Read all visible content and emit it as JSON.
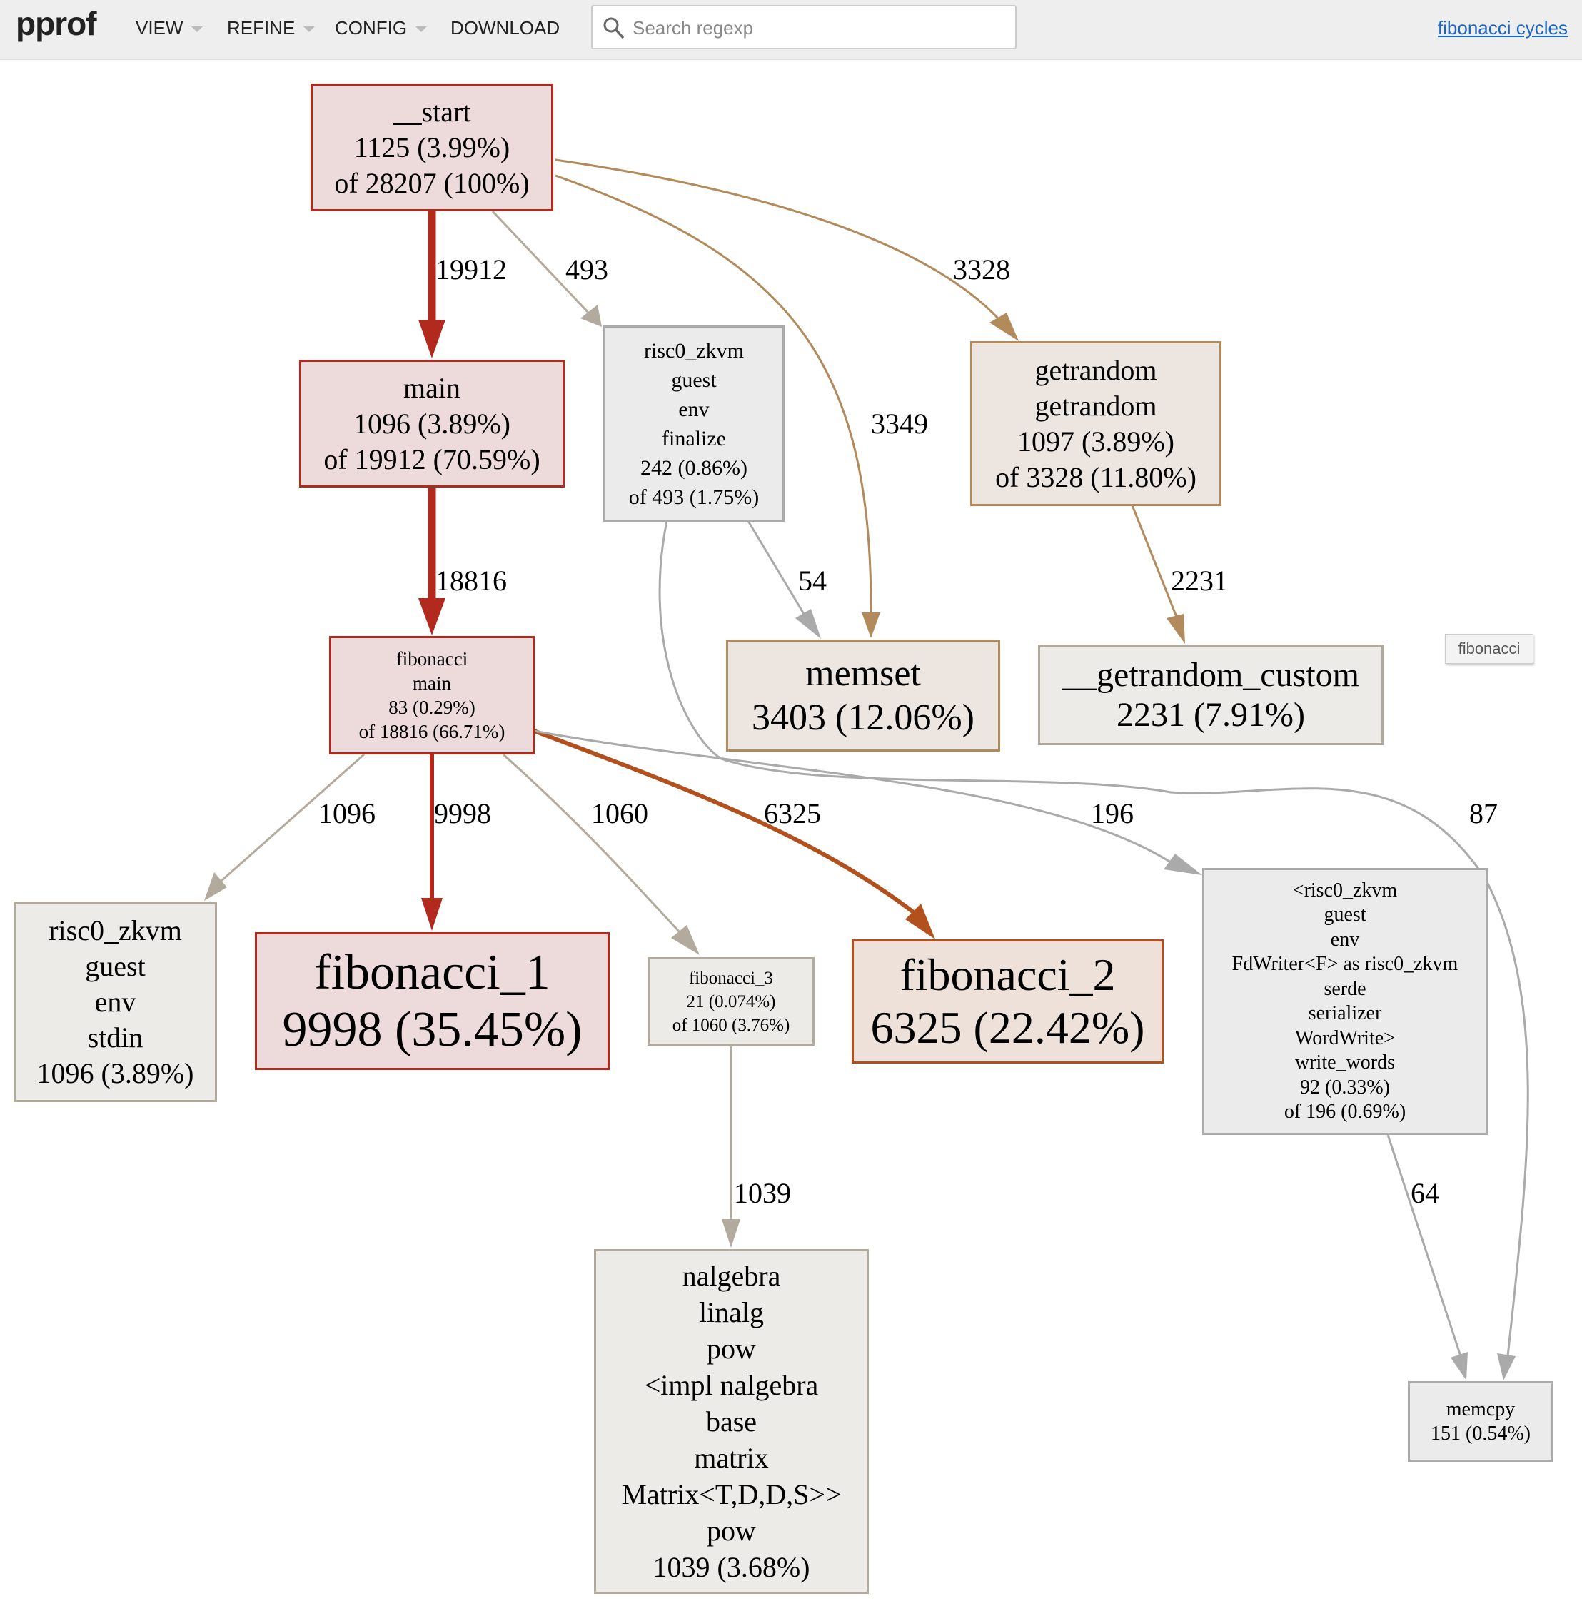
{
  "toolbar": {
    "logo": "pprof",
    "menu": {
      "view": "VIEW",
      "refine": "REFINE",
      "config": "CONFIG",
      "download": "DOWNLOAD"
    },
    "search_placeholder": "Search regexp",
    "title_link": "fibonacci cycles"
  },
  "tooltip": "fibonacci",
  "nodes": {
    "start": [
      "__start",
      "1125 (3.99%)",
      "of 28207 (100%)"
    ],
    "main": [
      "main",
      "1096 (3.89%)",
      "of 19912 (70.59%)"
    ],
    "finalize": [
      "risc0_zkvm",
      "guest",
      "env",
      "finalize",
      "242 (0.86%)",
      "of 493 (1.75%)"
    ],
    "getrandom": [
      "getrandom",
      "getrandom",
      "1097 (3.89%)",
      "of 3328 (11.80%)"
    ],
    "fibmain": [
      "fibonacci",
      "main",
      "83 (0.29%)",
      "of 18816 (66.71%)"
    ],
    "memset": [
      "memset",
      "3403 (12.06%)"
    ],
    "getrandom_custom": [
      "__getrandom_custom",
      "2231 (7.91%)"
    ],
    "stdin": [
      "risc0_zkvm",
      "guest",
      "env",
      "stdin",
      "1096 (3.89%)"
    ],
    "fib1": [
      "fibonacci_1",
      "9998 (35.45%)"
    ],
    "fib3": [
      "fibonacci_3",
      "21 (0.074%)",
      "of 1060 (3.76%)"
    ],
    "fib2": [
      "fibonacci_2",
      "6325 (22.42%)"
    ],
    "fdwriter": [
      "<risc0_zkvm",
      "guest",
      "env",
      "FdWriter<F> as risc0_zkvm",
      "serde",
      "serializer",
      "WordWrite>",
      "write_words",
      "92 (0.33%)",
      "of 196 (0.69%)"
    ],
    "nalgebra": [
      "nalgebra",
      "linalg",
      "pow",
      "<impl nalgebra",
      "base",
      "matrix",
      "Matrix<T,D,D,S>>",
      "pow",
      "1039 (3.68%)"
    ],
    "memcpy": [
      "memcpy",
      "151 (0.54%)"
    ]
  },
  "edges": {
    "start_main": "19912",
    "start_finalize": "493",
    "start_memset": "3349",
    "start_getrandom": "3328",
    "main_fibmain": "18816",
    "finalize_memset": "54",
    "getrandom_custom": "2231",
    "fibmain_stdin": "1096",
    "fibmain_fib1": "9998",
    "fibmain_fib3": "1060",
    "fibmain_fib2": "6325",
    "fibmain_fdwriter": "196",
    "finalize_memcpy": "87",
    "fib3_nalgebra": "1039",
    "fdwriter_memcpy": "64"
  },
  "colors": {
    "toolbar_bg": "#eeeeee",
    "link": "#1a66c2",
    "hot_border": "#b2291e",
    "hot_fill": "#eddada",
    "warm_border": "#b2511e",
    "warm_fill": "#ede1da",
    "tan_border": "#b28a5c",
    "tan_fill": "#ede5e0",
    "grey_border": "#b2aa9c",
    "grey_fill": "#edebe8",
    "cold_border": "#aaaaaa",
    "cold_fill": "#ebebeb"
  }
}
